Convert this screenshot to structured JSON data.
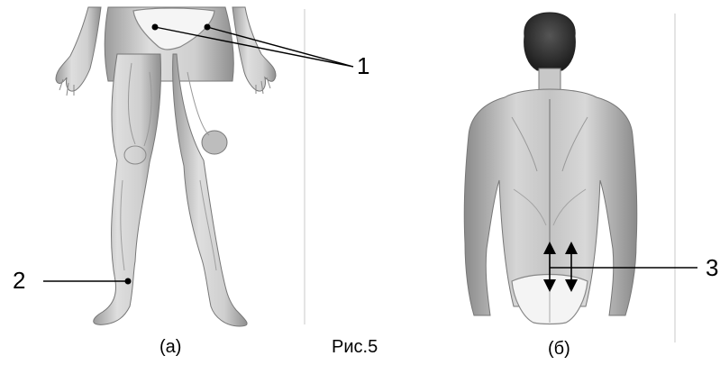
{
  "figure_caption": "Рис.5",
  "panels": [
    {
      "id": "a",
      "caption": "(а)"
    },
    {
      "id": "b",
      "caption": "(б)"
    }
  ],
  "callouts": [
    {
      "label": "1"
    },
    {
      "label": "2"
    },
    {
      "label": "3"
    }
  ],
  "colors": {
    "skin": "#d9d9d9",
    "skin_shadow": "#a9a9a9",
    "skin_line": "#6e6e6e",
    "hair": "#3a3a3a",
    "garment": "#f4f4f4",
    "leader": "#000000",
    "frame": "#bdbdbd"
  }
}
